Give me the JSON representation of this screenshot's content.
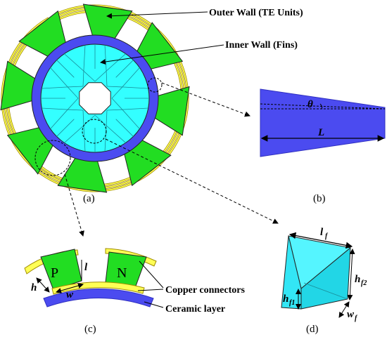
{
  "colors": {
    "te_green": "#22dd22",
    "fin_cyan": "#33ffff",
    "fin_cyan_dark": "#22d6e6",
    "ceramic_blue": "#4b4bf0",
    "copper_yellow": "#ffff55",
    "copper_edge": "#a08c00",
    "outline": "#222222"
  },
  "labels": {
    "outer_wall": "Outer Wall (TE Units)",
    "inner_wall": "Inner Wall (Fins)",
    "copper_connectors": "Copper connectors",
    "ceramic_layer": "Ceramic layer"
  },
  "panels": {
    "a": "(a)",
    "b": "(b)",
    "c": "(c)",
    "d": "(d)"
  },
  "detail_b": {
    "angle": "θ",
    "length": "L"
  },
  "detail_c": {
    "p_type": "P",
    "n_type": "N",
    "height": "h",
    "width": "w",
    "leg": "l"
  },
  "detail_d": {
    "lf": "l",
    "lf_sub": "f",
    "hf2": "h",
    "hf2_sub": "f2",
    "hf1": "h",
    "hf1_sub": "f1",
    "wf": "w",
    "wf_sub": "f"
  }
}
